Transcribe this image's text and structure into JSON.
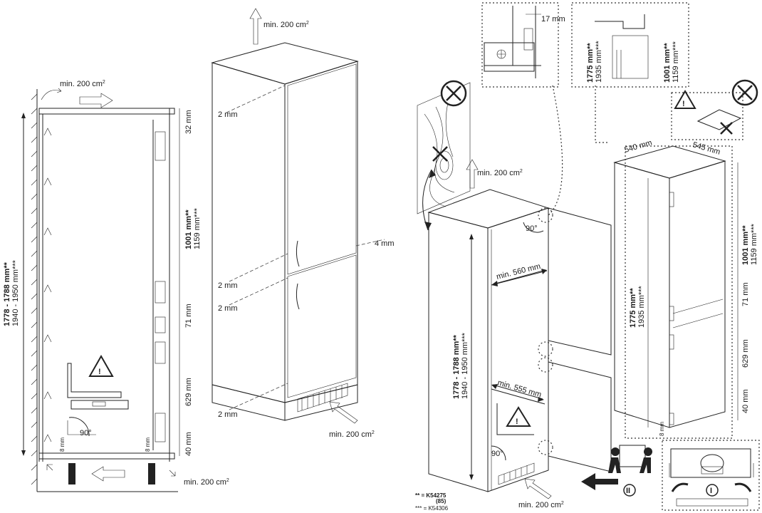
{
  "vent_label": "min. 200 cm",
  "vent_sup": "2",
  "gap_2mm": "2 mm",
  "gap_4mm": "4 mm",
  "gap_17mm": "17 mm",
  "dim_32": "32 mm",
  "dim_71": "71 mm",
  "dim_629": "629 mm",
  "dim_40": "40 mm",
  "dim_8": "8 mm",
  "dim_1001_primary": "1001 mm**",
  "dim_1001_secondary": "1159 mm***",
  "dim_1775_primary": "1775 mm**",
  "dim_1775_secondary": "1935 mm***",
  "dim_niche_primary": "1778 - 1788 mm**",
  "dim_niche_secondary": "1940 - 1950 mm***",
  "angle_90": "90°",
  "min_560": "min. 560 mm",
  "min_555": "min. 555 mm",
  "width_540": "540 mm",
  "depth_545": "545 mm",
  "step_label": "II",
  "step_label_small": "I",
  "footnote_1_key": "** = K54275",
  "footnote_1_extra": "(85)",
  "footnote_2_key": "*** = K54306",
  "icons": [
    "warning-triangle-icon",
    "forbidden-cross-icon",
    "two-person-carry-icon",
    "arrow-icon"
  ]
}
